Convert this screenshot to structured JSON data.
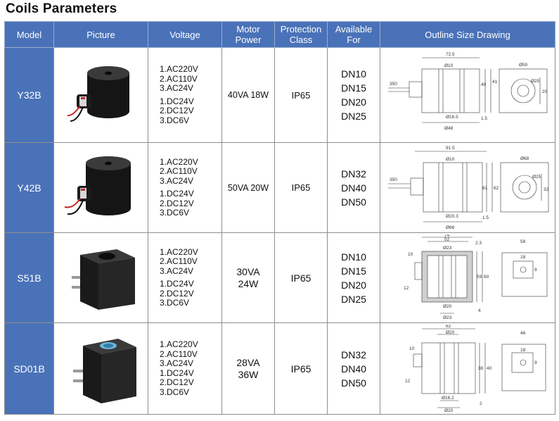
{
  "title": "Coils Parameters",
  "headers": {
    "model": "Model",
    "picture": "Picture",
    "voltage": "Voltage",
    "power_line1": "Motor",
    "power_line2": "Power",
    "protection_line1": "Protection",
    "protection_line2": "Class",
    "available_line1": "Available",
    "available_line2": "For",
    "drawing": "Outline  Size Drawing"
  },
  "rows": [
    {
      "model": "Y32B",
      "voltage": [
        "1.AC220V",
        "2.AC110V",
        "3.AC24V",
        "1.DC24V",
        "2.DC12V",
        "3.DC6V"
      ],
      "power": "40VA 18W",
      "protection": "IP65",
      "available": [
        "DN10",
        "DN15",
        "DN20",
        "DN25"
      ],
      "dims": {
        "a": "72.5",
        "b": "Ø10",
        "c": "350",
        "d": "41",
        "e": "40",
        "f": "Ø16.5",
        "g": "1.5",
        "h": "Ø48",
        "i": "Ø50",
        "j": "Ø25",
        "k": "20"
      }
    },
    {
      "model": "Y42B",
      "voltage": [
        "1.AC220V",
        "2.AC110V",
        "3.AC24V",
        "1.DC24V",
        "2.DC12V",
        "3.DC6V"
      ],
      "power": "50VA 20W",
      "protection": "IP65",
      "available": [
        "DN32",
        "DN40",
        "DN50"
      ],
      "dims": {
        "a": "91.5",
        "b": "Ø10",
        "c": "350",
        "d": "62",
        "e": "61",
        "f": "Ø20.3",
        "g": "1.5",
        "h": "Ø66",
        "i": "Ø68",
        "j": "Ø25",
        "k": "32"
      }
    },
    {
      "model": "S51B",
      "voltage": [
        "1.AC220V",
        "2.AC110V",
        "3.AC24V",
        "1.DC24V",
        "2.DC12V",
        "3.DC6V"
      ],
      "power_line1": "30VA",
      "power_line2": "24W",
      "protection": "IP65",
      "available": [
        "DN10",
        "DN15",
        "DN20",
        "DN25"
      ],
      "dims": {
        "a": "74",
        "b": "52",
        "c": "Ø23",
        "d": "10",
        "e": "2.3",
        "f": "59",
        "g": "60",
        "h": "Ø20",
        "i": "Ø23",
        "j": "4",
        "k": "58",
        "l": "18",
        "m": "9",
        "n": "12"
      }
    },
    {
      "model": "SD01B",
      "voltage": [
        "1.AC220V",
        "2.AC110V",
        "3.AC24V",
        "1.DC24V",
        "2.DC12V",
        "3.DC6V"
      ],
      "power_line1": "28VA",
      "power_line2": "36W",
      "protection": "IP65",
      "available": [
        "DN32",
        "DN40",
        "DN50"
      ],
      "dims": {
        "a": "62",
        "b": "Ø20",
        "c": "10",
        "d": "38",
        "e": "40",
        "f": "Ø16.2",
        "g": "Ø20",
        "h": "2",
        "i": "46",
        "j": "18",
        "k": "9",
        "l": "12"
      }
    }
  ]
}
